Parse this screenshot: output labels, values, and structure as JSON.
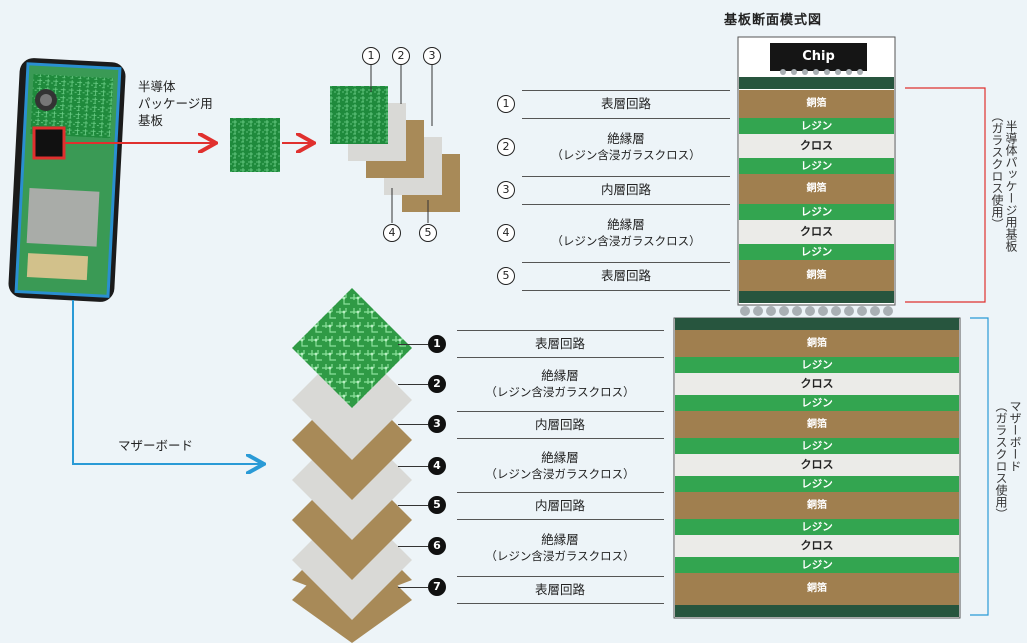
{
  "title": "基板断面模式図",
  "phone": {
    "package_label": [
      "半導体",
      "パッケージ用",
      "基板"
    ],
    "mother_label": "マザーボード"
  },
  "upper": {
    "stack_numbers": [
      "1",
      "2",
      "3",
      "4",
      "5"
    ],
    "chip_label": "Chip",
    "rows": [
      {
        "num": "1",
        "name": "表層回路",
        "sub": ""
      },
      {
        "num": "2",
        "name": "絶縁層",
        "sub": "（レジン含浸ガラスクロス）"
      },
      {
        "num": "3",
        "name": "内層回路",
        "sub": ""
      },
      {
        "num": "4",
        "name": "絶縁層",
        "sub": "（レジン含浸ガラスクロス）"
      },
      {
        "num": "5",
        "name": "表層回路",
        "sub": ""
      }
    ],
    "bracket_label": "半導体パッケージ用基板",
    "bracket_sub": "（ガラスクロス使用）"
  },
  "lower": {
    "rows": [
      {
        "num": "1",
        "name": "表層回路",
        "sub": ""
      },
      {
        "num": "2",
        "name": "絶縁層",
        "sub": "（レジン含浸ガラスクロス）"
      },
      {
        "num": "3",
        "name": "内層回路",
        "sub": ""
      },
      {
        "num": "4",
        "name": "絶縁層",
        "sub": "（レジン含浸ガラスクロス）"
      },
      {
        "num": "5",
        "name": "内層回路",
        "sub": ""
      },
      {
        "num": "6",
        "name": "絶縁層",
        "sub": "（レジン含浸ガラスクロス）"
      },
      {
        "num": "7",
        "name": "表層回路",
        "sub": ""
      }
    ],
    "bracket_label": "マザーボード",
    "bracket_sub": "（ガラスクロス使用）"
  },
  "layers": {
    "copper": "銅箔",
    "resin": "レジン",
    "cloth": "クロス"
  },
  "colors": {
    "copper": "#a07f4f",
    "resin": "#33a550",
    "cloth": "#ebebe8",
    "dark": "#27553e",
    "red_arrow": "#e0302e",
    "blue_arrow": "#2a9ad6"
  }
}
